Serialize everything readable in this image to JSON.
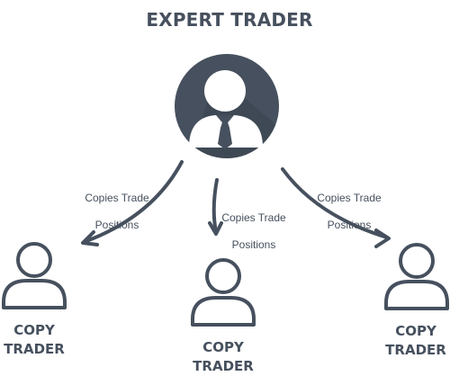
{
  "title": "EXPERT TRADER",
  "colors": {
    "primary": "#46505e",
    "background": "#ffffff"
  },
  "nodes": {
    "expert": {
      "icon": "expert-trader-icon"
    },
    "left": {
      "line1": "COPY",
      "line2": "TRADER",
      "icon": "person-outline-icon"
    },
    "center": {
      "line1": "COPY",
      "line2": "TRADER",
      "icon": "person-outline-icon"
    },
    "right": {
      "line1": "COPY",
      "line2": "TRADER",
      "icon": "person-outline-icon"
    }
  },
  "edges": {
    "left": {
      "line1": "Copies Trade",
      "line2": "Positions"
    },
    "center": {
      "line1": "Copies Trade",
      "line2": "Positions"
    },
    "right": {
      "line1": "Copies Trade",
      "line2": "Positions"
    }
  }
}
